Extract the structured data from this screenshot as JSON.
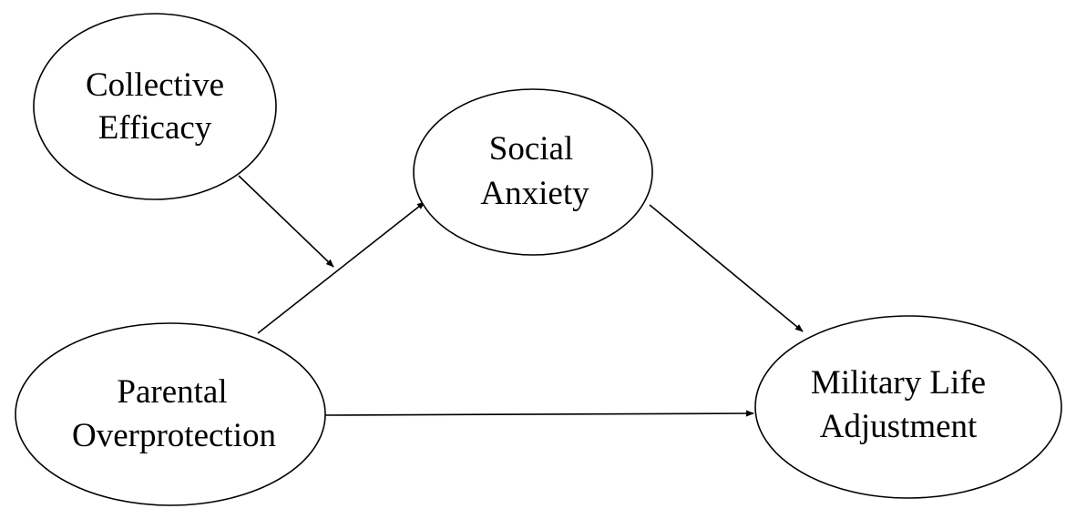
{
  "diagram": {
    "nodes": [
      {
        "id": "collective_efficacy",
        "lines": [
          "Collective",
          "Efficacy"
        ]
      },
      {
        "id": "social_anxiety",
        "lines": [
          "Social",
          "Anxiety"
        ]
      },
      {
        "id": "parental_overprotection",
        "lines": [
          "Parental",
          "Overprotection"
        ]
      },
      {
        "id": "military_life_adjustment",
        "lines": [
          "Military Life",
          "Adjustment"
        ]
      }
    ],
    "edges": [
      {
        "from": "collective_efficacy",
        "to": "parental_overprotection-social_anxiety path",
        "type": "moderation"
      },
      {
        "from": "parental_overprotection",
        "to": "social_anxiety",
        "type": "direct"
      },
      {
        "from": "social_anxiety",
        "to": "military_life_adjustment",
        "type": "direct"
      },
      {
        "from": "parental_overprotection",
        "to": "military_life_adjustment",
        "type": "direct"
      }
    ],
    "colors": {
      "stroke": "#000000",
      "background": "#ffffff"
    }
  }
}
